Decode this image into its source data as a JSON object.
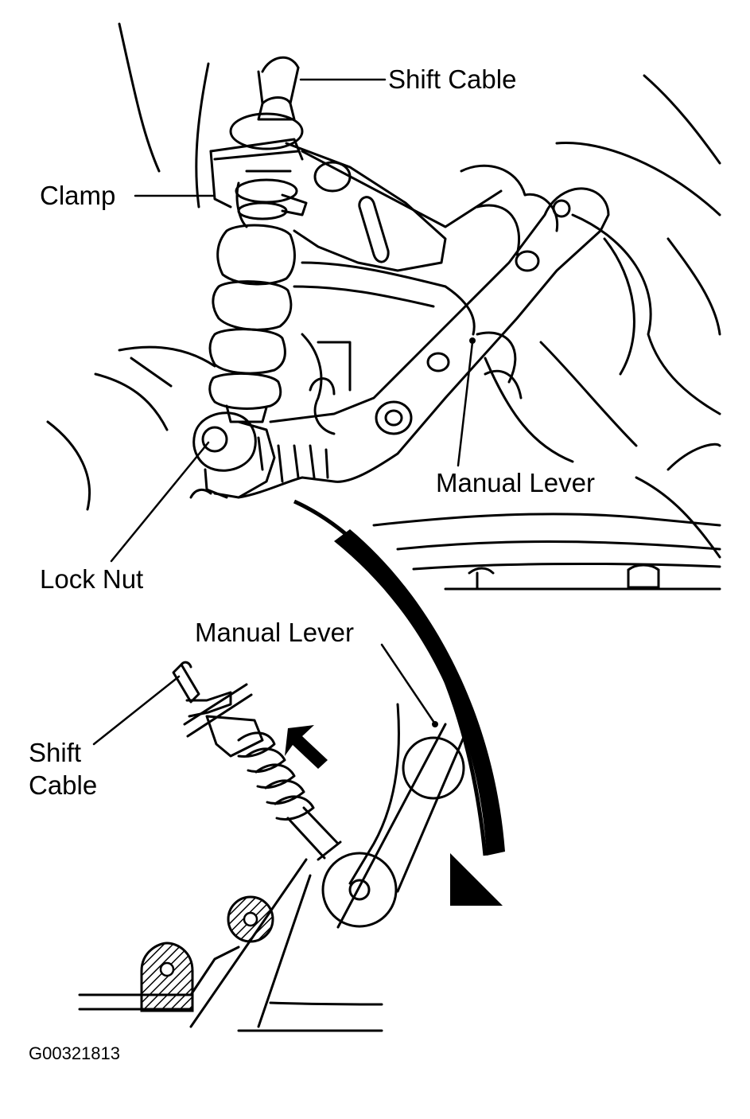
{
  "labels": {
    "shift_cable_top": "Shift Cable",
    "clamp": "Clamp",
    "manual_lever_top": "Manual Lever",
    "lock_nut": "Lock Nut",
    "manual_lever_bottom": "Manual Lever",
    "shift_cable_bottom_line1": "Shift",
    "shift_cable_bottom_line2": "Cable",
    "figure_code": "G00321813"
  },
  "colors": {
    "ink": "#000000",
    "paper": "#ffffff"
  }
}
